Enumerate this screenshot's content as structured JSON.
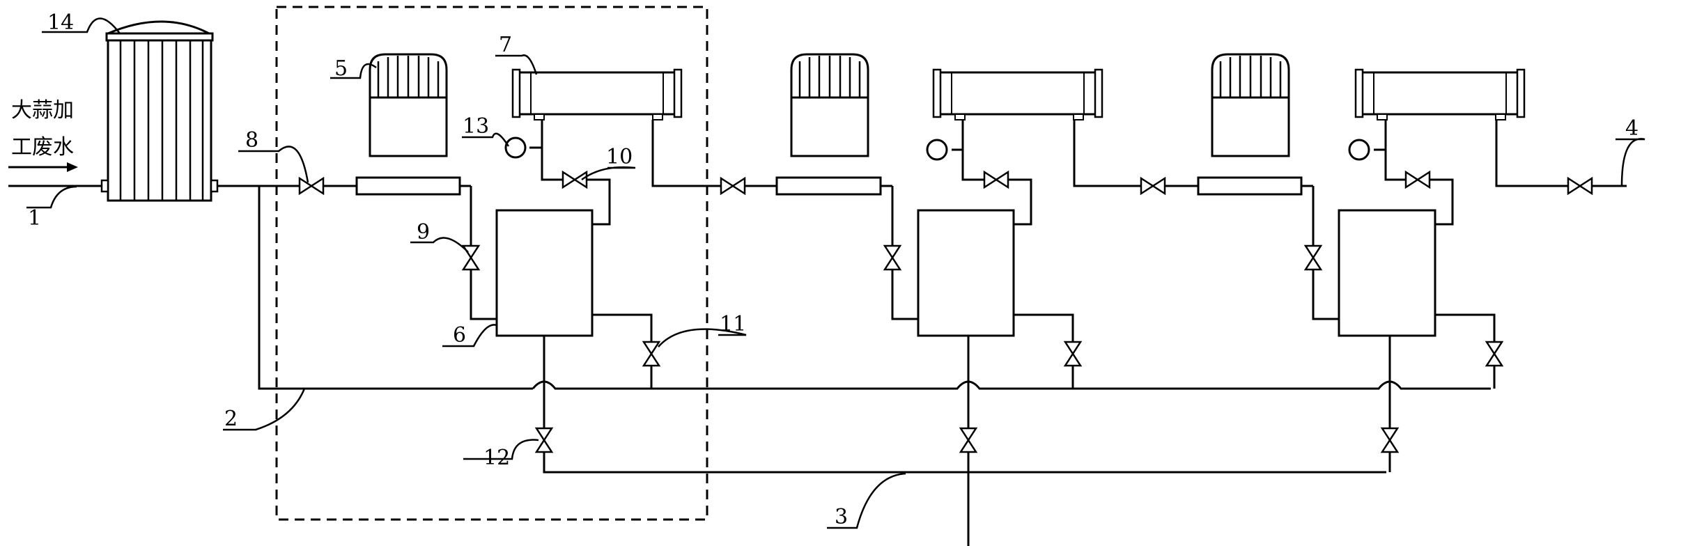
{
  "inlet": {
    "line1": "大蒜加",
    "line2": "工废水"
  },
  "callouts": {
    "c1": "1",
    "c2": "2",
    "c3": "3",
    "c4": "4",
    "c5": "5",
    "c6": "6",
    "c7": "7",
    "c8": "8",
    "c9": "9",
    "c10": "10",
    "c11": "11",
    "c12": "12",
    "c13": "13",
    "c14": "14"
  }
}
